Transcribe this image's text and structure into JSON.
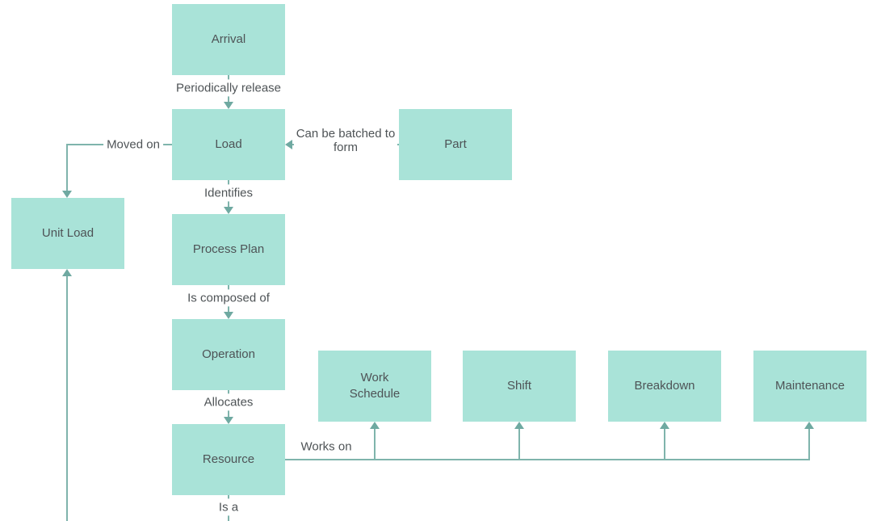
{
  "diagram": {
    "colors": {
      "node_fill": "#a9e3d8",
      "line": "#7fb4ac",
      "arrow": "#6fa9a1",
      "text": "#4e5356",
      "background": "#ffffff"
    },
    "nodes": {
      "arrival": {
        "label": "Arrival"
      },
      "load": {
        "label": "Load"
      },
      "part": {
        "label": "Part"
      },
      "unit_load": {
        "label": "Unit Load"
      },
      "process_plan": {
        "label": "Process Plan"
      },
      "operation": {
        "label": "Operation"
      },
      "resource": {
        "label": "Resource"
      },
      "work_schedule": {
        "label": "Work Schedule"
      },
      "shift": {
        "label": "Shift"
      },
      "breakdown": {
        "label": "Breakdown"
      },
      "maintenance": {
        "label": "Maintenance"
      }
    },
    "edges": {
      "periodically_release": {
        "label": "Periodically release"
      },
      "can_be_batched": {
        "label": "Can be batched to form"
      },
      "moved_on": {
        "label": "Moved on"
      },
      "identifies": {
        "label": "Identifies"
      },
      "is_composed_of": {
        "label": "Is composed of"
      },
      "allocates": {
        "label": "Allocates"
      },
      "works_on": {
        "label": "Works on"
      },
      "is_a": {
        "label": "Is a"
      }
    }
  }
}
